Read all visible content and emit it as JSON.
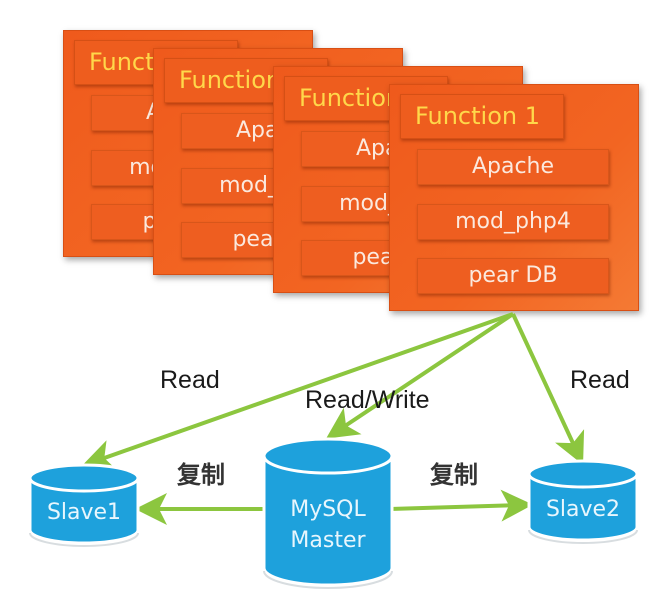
{
  "diagram": {
    "servers": [
      {
        "title": "Function",
        "items": [
          "Apache",
          "mod_php4",
          "pear DB"
        ]
      },
      {
        "title": "Function",
        "items": [
          "Apache",
          "mod_php4",
          "pear DB"
        ]
      },
      {
        "title": "Function",
        "items": [
          "Apache",
          "mod_php4",
          "pear DB"
        ]
      },
      {
        "title": "Function 1",
        "items": [
          "Apache",
          "mod_php4",
          "pear DB"
        ]
      }
    ],
    "labels": {
      "read_left": "Read",
      "read_write": "Read/Write",
      "read_right": "Read",
      "replicate_left": "复制",
      "replicate_right": "复制"
    },
    "databases": {
      "slave1": "Slave1",
      "master_line1": "MySQL",
      "master_line2": "Master",
      "slave2": "Slave2"
    },
    "colors": {
      "server_orange": "#f26522",
      "server_title_text": "#ffd84a",
      "db_blue": "#1ea1dc",
      "arrow_green": "#8cc63f"
    }
  }
}
